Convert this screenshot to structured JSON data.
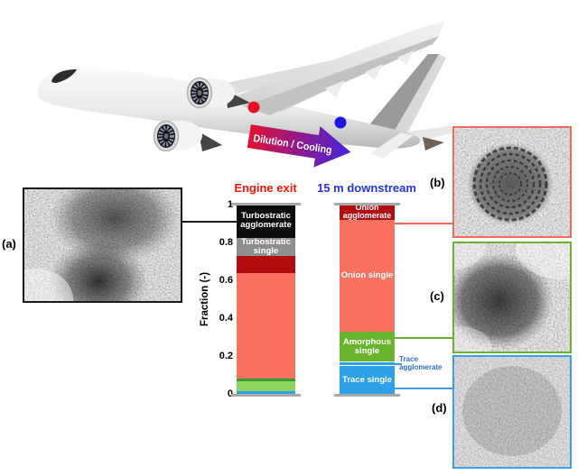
{
  "plane": {
    "arrow_label": "Dilution / Cooling",
    "arrow_gradient": [
      "#e11330",
      "#8d1a8f",
      "#4423dc"
    ],
    "sample_points": [
      {
        "label": "engine exit",
        "color": "#ea1020"
      },
      {
        "label": "15 m downstream",
        "color": "#2016e0"
      }
    ]
  },
  "panels": {
    "a": {
      "label": "(a)",
      "border_color": "#1a1a1a",
      "content": "TEM image: turbostratic soot agglomerate"
    },
    "b": {
      "label": "(b)",
      "border_color": "#f4695a",
      "content": "TEM image: onion-like carbon particle"
    },
    "c": {
      "label": "(c)",
      "border_color": "#6ab32c",
      "content": "TEM image: amorphous single particle"
    },
    "d": {
      "label": "(d)",
      "border_color": "#3aa0e8",
      "content": "TEM image: trace single particle"
    }
  },
  "annotations": {
    "trace_agglomerate": {
      "text": "Trace agglomerate",
      "color": "#2e6fd0"
    }
  },
  "connectors": {
    "a": "#1a1a1a",
    "b": "#f4695a",
    "c": "#6ab32c",
    "d": "#3aa0e8",
    "trace": "#3aa0e8"
  },
  "chart_data": {
    "type": "bar",
    "stacked": true,
    "ylabel": "Fraction (-)",
    "ylim": [
      0,
      1
    ],
    "yticks": [
      "1",
      "0.8",
      "0.6",
      "0.4",
      "0.2",
      "0"
    ],
    "bars": [
      {
        "title": "Engine exit",
        "title_color": "#fa1505",
        "segments": [
          {
            "name": "Turbostratic agglomerate",
            "label": "Turbostratic agglomerate",
            "value": 0.175,
            "color": "#0c0c0c"
          },
          {
            "name": "Turbostratic single",
            "label": "Turbostratic single",
            "value": 0.095,
            "color": "#8e8e8e"
          },
          {
            "name": "Onion agglomerate",
            "label": "",
            "value": 0.09,
            "color": "#b20b10"
          },
          {
            "name": "Onion single",
            "label": "",
            "value": 0.555,
            "color": "#f97160"
          },
          {
            "name": "Amorphous agglomerate",
            "label": "",
            "value": 0.015,
            "color": "#2f9e33"
          },
          {
            "name": "Amorphous single",
            "label": "",
            "value": 0.05,
            "color": "#8fd45f"
          },
          {
            "name": "Trace single",
            "label": "",
            "value": 0.02,
            "color": "#2da0e8"
          }
        ]
      },
      {
        "title": "15 m downstream",
        "title_color": "#2433e0",
        "segments": [
          {
            "name": "Onion agglomerate",
            "label": "Onion agglomerate",
            "value": 0.08,
            "color": "#b20b10"
          },
          {
            "name": "Onion single",
            "label": "Onion single",
            "value": 0.59,
            "color": "#f97160"
          },
          {
            "name": "Amorphous single",
            "label": "Amorphous single",
            "value": 0.16,
            "color": "#6ab32c"
          },
          {
            "name": "Trace agglomerate",
            "label": "",
            "value": 0.015,
            "color": "#2da0e8"
          },
          {
            "name": "Trace single",
            "label": "Trace single",
            "value": 0.155,
            "color": "#2da0e8"
          }
        ]
      }
    ]
  }
}
